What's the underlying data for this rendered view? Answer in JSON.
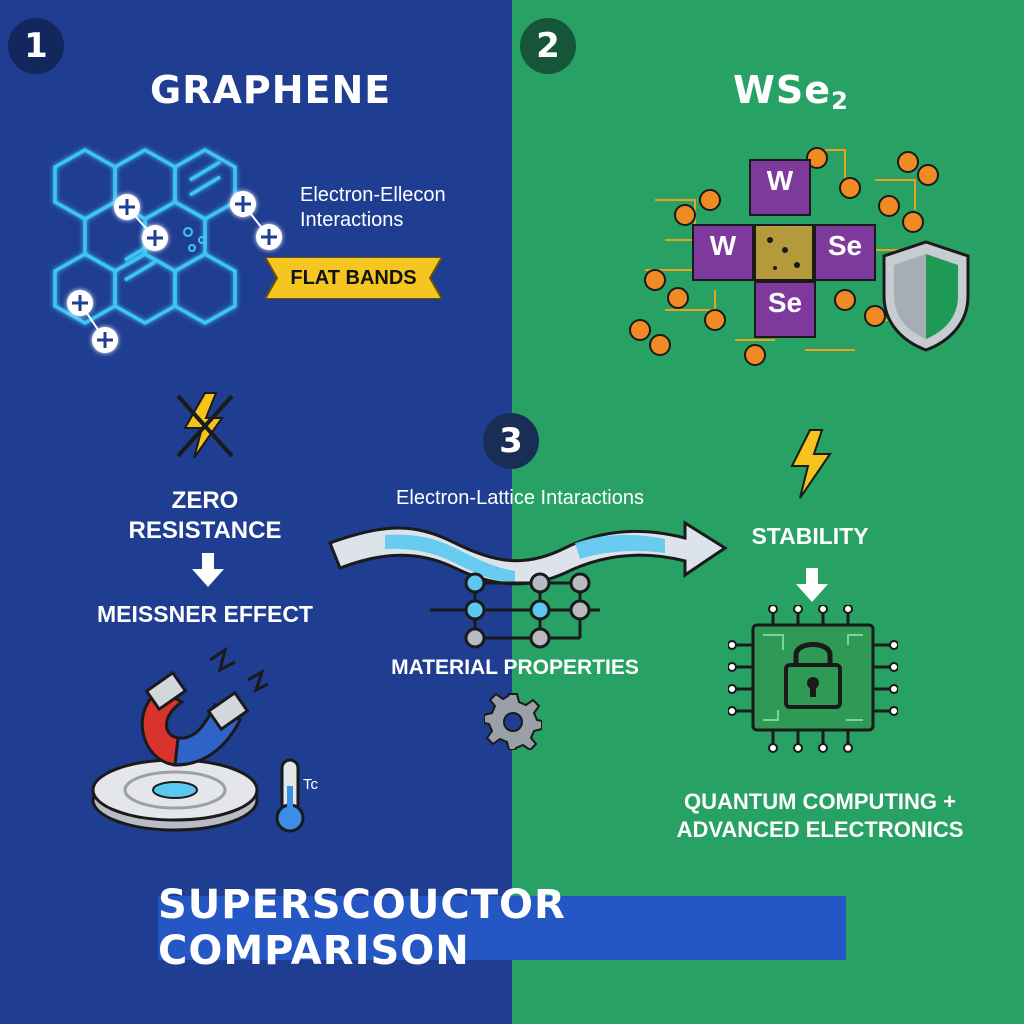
{
  "panels": {
    "left": {
      "badge": "1",
      "title": "GRAPHENE",
      "interaction_label_line1": "Electron-Ellecon",
      "interaction_label_line2": "Interactions",
      "flat_bands": "FLAT BANDS",
      "zero_line1": "ZERO",
      "zero_line2": "RESISTANCE",
      "meissner": "MEISSNER EFFECT",
      "tc_label": "Tc"
    },
    "right": {
      "badge": "2",
      "title_main": "WSe",
      "title_sub": "2",
      "tiles": [
        "W",
        "W",
        "Se",
        "Se"
      ],
      "stability": "STABILITY",
      "application_line1": "QUANTUM COMPUTING +",
      "application_line2": "ADVANCED ELECTRONICS"
    },
    "center": {
      "badge": "3",
      "interaction_label": "Electron-Lattice Intaractions",
      "material_properties": "MATERIAL PROPERTIES"
    }
  },
  "footer": {
    "title": "SUPERSCOUCTOR COMPARISON"
  },
  "colors": {
    "left_background": "#1f3e92",
    "right_background": "#27a264",
    "hexagon_lines": "#3ec5f5",
    "flat_band_banner": "#f4c61f",
    "tile_purple": "#7d3a9c",
    "charge_orange": "#f08a24",
    "arrow_light_blue": "#5cc8f0",
    "lightning_yellow": "#f6c21c",
    "magnet_red": "#d9342b",
    "magnet_blue": "#2f63c8",
    "chip_green": "#2e9a55",
    "footer_box": "#2456c4"
  }
}
